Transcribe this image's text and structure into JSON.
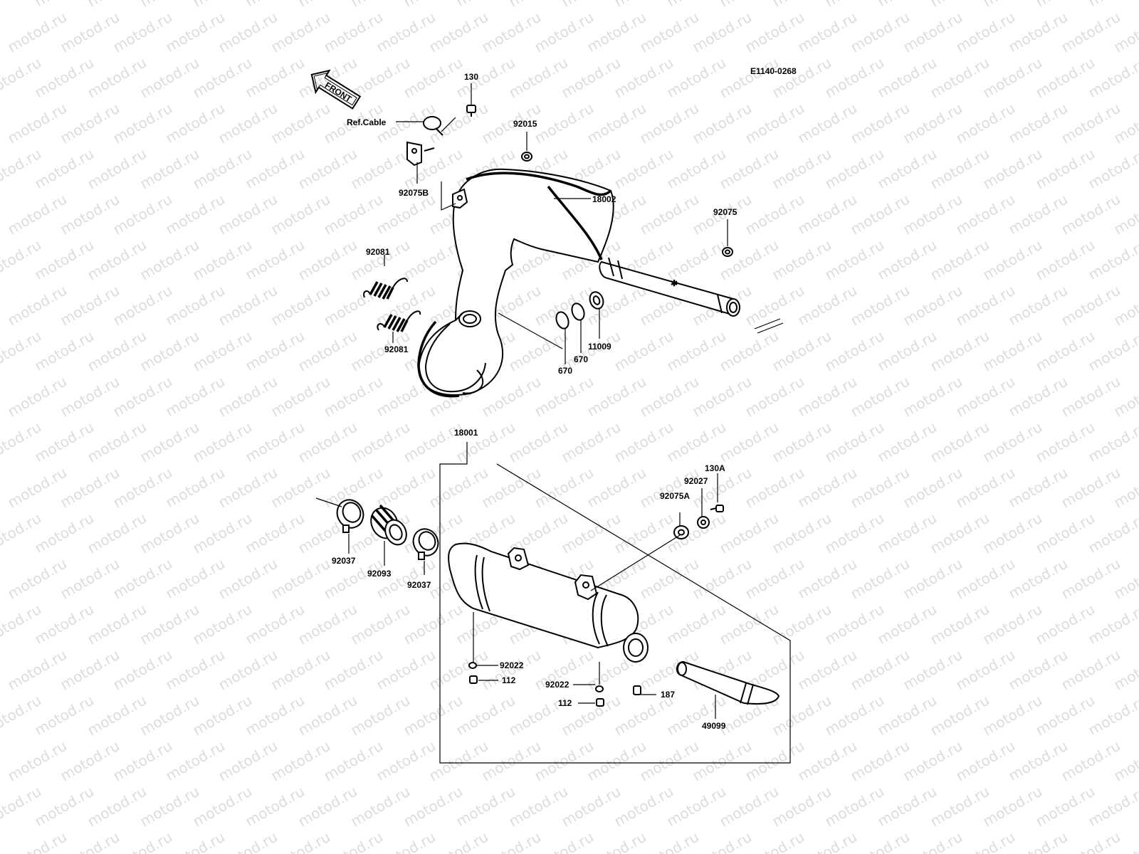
{
  "watermark": "motod.ru",
  "diagram_code": "E1140-0268",
  "front_label": "FRONT",
  "labels": {
    "p130": "130",
    "ref_cable": "Ref.Cable",
    "p92015": "92015",
    "p92075b": "92075B",
    "p18002": "18002",
    "p92075": "92075",
    "p92081a": "92081",
    "p92081b": "92081",
    "p670a": "670",
    "p670b": "670",
    "p11009": "11009",
    "p18001": "18001",
    "p130a": "130A",
    "p92027": "92027",
    "p92075a": "92075A",
    "p92037a": "92037",
    "p92093": "92093",
    "p92037b": "92037",
    "p92022a": "92022",
    "p112a": "112",
    "p92022b": "92022",
    "p112b": "112",
    "p187": "187",
    "p49099": "49099"
  }
}
